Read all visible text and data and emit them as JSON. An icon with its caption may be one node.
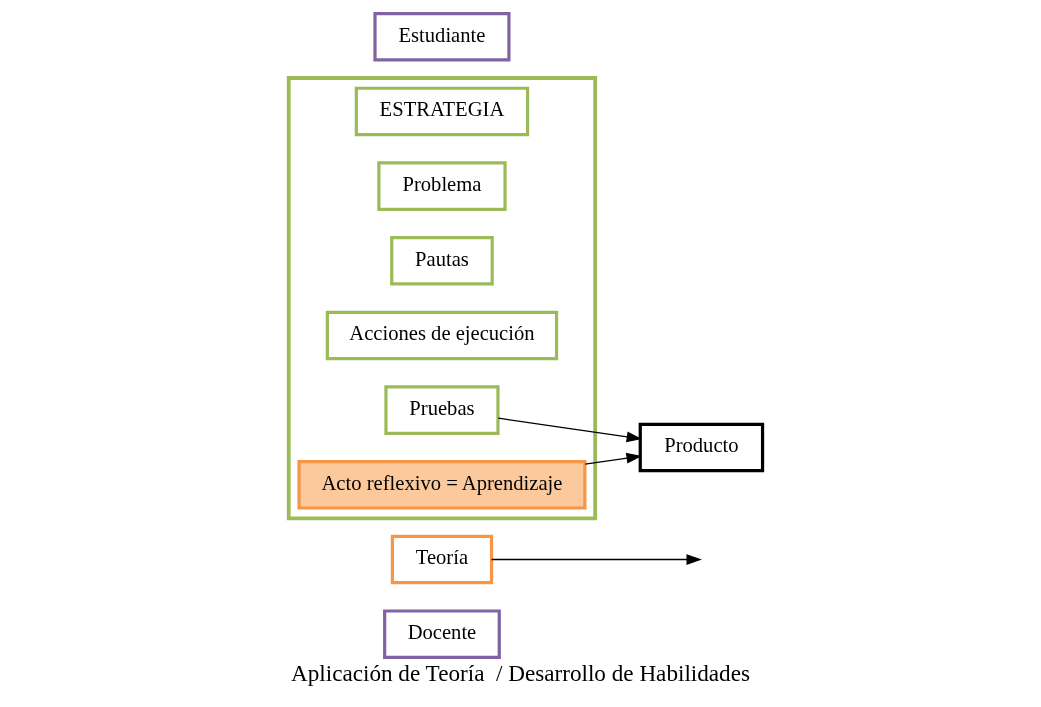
{
  "diagram": {
    "caption": "Aplicación de Teoría  / Desarrollo de Habilidades",
    "nodes": [
      {
        "text": [
          "Docente"
        ]
      },
      {
        "text": [
          "Teoría"
        ]
      },
      {
        "text": [],
        "shape": "box"
      },
      {
        "text": [
          "ESTRATEGIA"
        ],
        "in": 2
      },
      {
        "text": [
          "Problema"
        ],
        "in": 2
      },
      {
        "text": [
          "Pautas"
        ],
        "in": 2
      },
      {
        "text": [
          "Acciones de ejecución"
        ],
        "in": 2
      },
      {
        "text": [
          "Pruebas"
        ],
        "in": 2
      },
      {
        "text": [
          "Acto reflexivo = Aprendizaje"
        ],
        "in": 2
      },
      {
        "text": [
          "Estudiante"
        ]
      },
      {
        "text": [
          "Producto"
        ]
      }
    ],
    "edges": [
      {
        "from": 1,
        "to": null,
        "arrow": "to"
      },
      {
        "from": 7,
        "to": 10,
        "arrow": "to"
      },
      {
        "from": 8,
        "to": 10,
        "arrow": "to"
      }
    ]
  }
}
